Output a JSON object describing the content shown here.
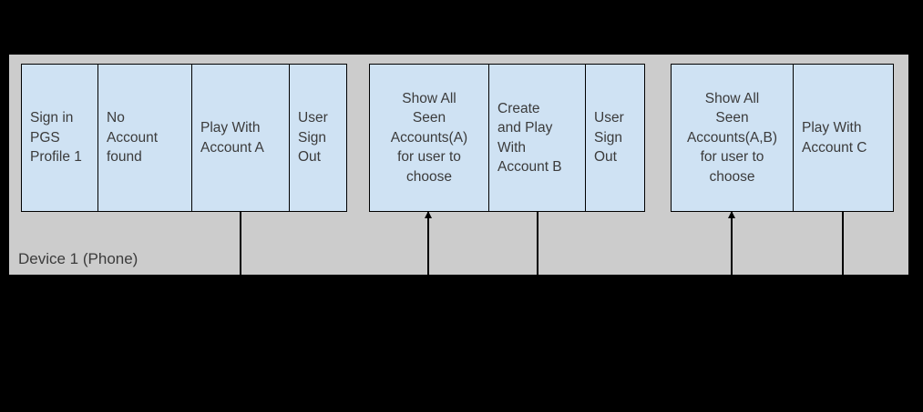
{
  "lane": {
    "label": "Device 1 (Phone)"
  },
  "colors": {
    "background": "#000000",
    "lane_fill": "#cccccc",
    "box_fill": "#cfe2f3",
    "box_border": "#000000",
    "text": "#3b3b3b"
  },
  "groups": [
    {
      "id": "flow-1",
      "boxes": [
        {
          "text": "Sign in\nPGS\nProfile 1",
          "align": "left"
        },
        {
          "text": "No\nAccount\nfound",
          "align": "left"
        },
        {
          "text": "Play With\nAccount A",
          "align": "left"
        },
        {
          "text": "User\nSign\nOut",
          "align": "left"
        }
      ]
    },
    {
      "id": "flow-2",
      "boxes": [
        {
          "text": "Show All\nSeen\nAccounts(A)\nfor user to\nchoose",
          "align": "center"
        },
        {
          "text": "Create\nand Play\nWith\nAccount B",
          "align": "left"
        },
        {
          "text": "User\nSign\nOut",
          "align": "left"
        }
      ]
    },
    {
      "id": "flow-3",
      "boxes": [
        {
          "text": "Show All\nSeen\nAccounts(A,B)\nfor user to\nchoose",
          "align": "center"
        },
        {
          "text": "Play With\nAccount C",
          "align": "left"
        }
      ]
    }
  ],
  "connectors": [
    {
      "type": "line",
      "under": "Play With Account A"
    },
    {
      "type": "arrow-up",
      "under": "Show All Seen Accounts(A) for user to choose"
    },
    {
      "type": "line",
      "under": "Create and Play With Account B"
    },
    {
      "type": "arrow-up",
      "under": "Show All Seen Accounts(A,B) for user to choose"
    },
    {
      "type": "line",
      "under": "Play With Account C"
    }
  ]
}
